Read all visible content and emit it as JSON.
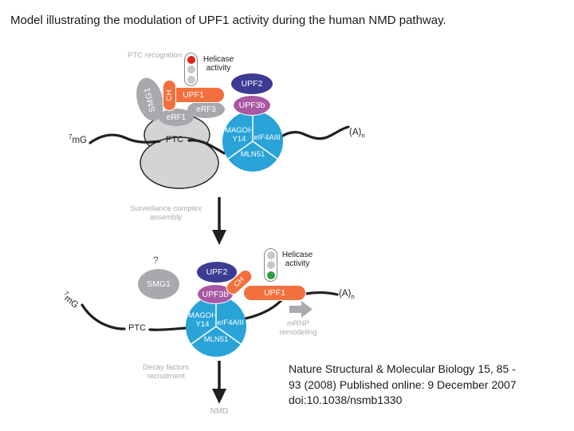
{
  "slide_title": "Model illustrating the modulation of UPF1 activity during the human NMD pathway.",
  "top_panel": {
    "stage_label": "PTC recognition",
    "helicase_indicator": {
      "label_line1": "Helicase",
      "label_line2": "activity",
      "lights": [
        "red",
        "gray",
        "gray"
      ]
    },
    "proteins": {
      "smg1": "SMG1",
      "ch": "CH",
      "upf1": "UPF1",
      "erf1": "eRF1",
      "erf3": "eRF3",
      "upf2": "UPF2",
      "upf3b": "UPF3b"
    },
    "ejc": {
      "magoh": "MAGOH",
      "y14": "Y14",
      "eif4aiii": "eIF4AIII",
      "mln51": "MLN51"
    },
    "mrna": {
      "cap_sup": "7",
      "cap_base": "mG",
      "ptc_label": "PTC",
      "polya_base": "(A)",
      "polya_sub": "n"
    }
  },
  "transition_1": {
    "label_line1": "Surveillance complex",
    "label_line2": "assembly"
  },
  "bottom_panel": {
    "question_mark": "?",
    "helicase_indicator": {
      "label_line1": "Helicase",
      "label_line2": "activity",
      "lights": [
        "gray",
        "gray",
        "green"
      ]
    },
    "proteins": {
      "smg1": "SMG1",
      "ch": "CH",
      "upf1": "UPF1",
      "upf2": "UPF2",
      "upf3b": "UPF3b"
    },
    "ejc": {
      "magoh": "MAGOH",
      "y14": "Y14",
      "eif4aiii": "eIF4AIII",
      "mln51": "MLN51"
    },
    "mrna": {
      "cap_sup": "7",
      "cap_base": "mG",
      "ptc_label": "PTC",
      "polya_base": "(A)",
      "polya_sub": "n"
    },
    "mrnp_label_line1": "mRNP",
    "mrnp_label_line2": "remodeling"
  },
  "transition_2": {
    "label_line1": "Decay factors",
    "label_line2": "recruitment",
    "result_label": "NMD"
  },
  "citation": {
    "line1": "Nature Structural & Molecular Biology 15, 85 -",
    "line2": "93 (2008) Published online: 9 December 2007",
    "line3": "doi:10.1038/nsmb1330"
  },
  "colors": {
    "upf_orange": "#f2703d",
    "ejc_blue": "#29a3d8",
    "upf2_indigo": "#3d3c94",
    "upf3b_purple": "#a958a4",
    "protein_gray": "#a7a9ac",
    "ribosome_gray": "#d3d4d6",
    "helicase_light_red": "#e0231e",
    "helicase_light_green": "#2e9e41",
    "helicase_light_off": "#c7c8ca",
    "stage_label_gray": "#a9abad",
    "mrna_black": "#231f20"
  }
}
